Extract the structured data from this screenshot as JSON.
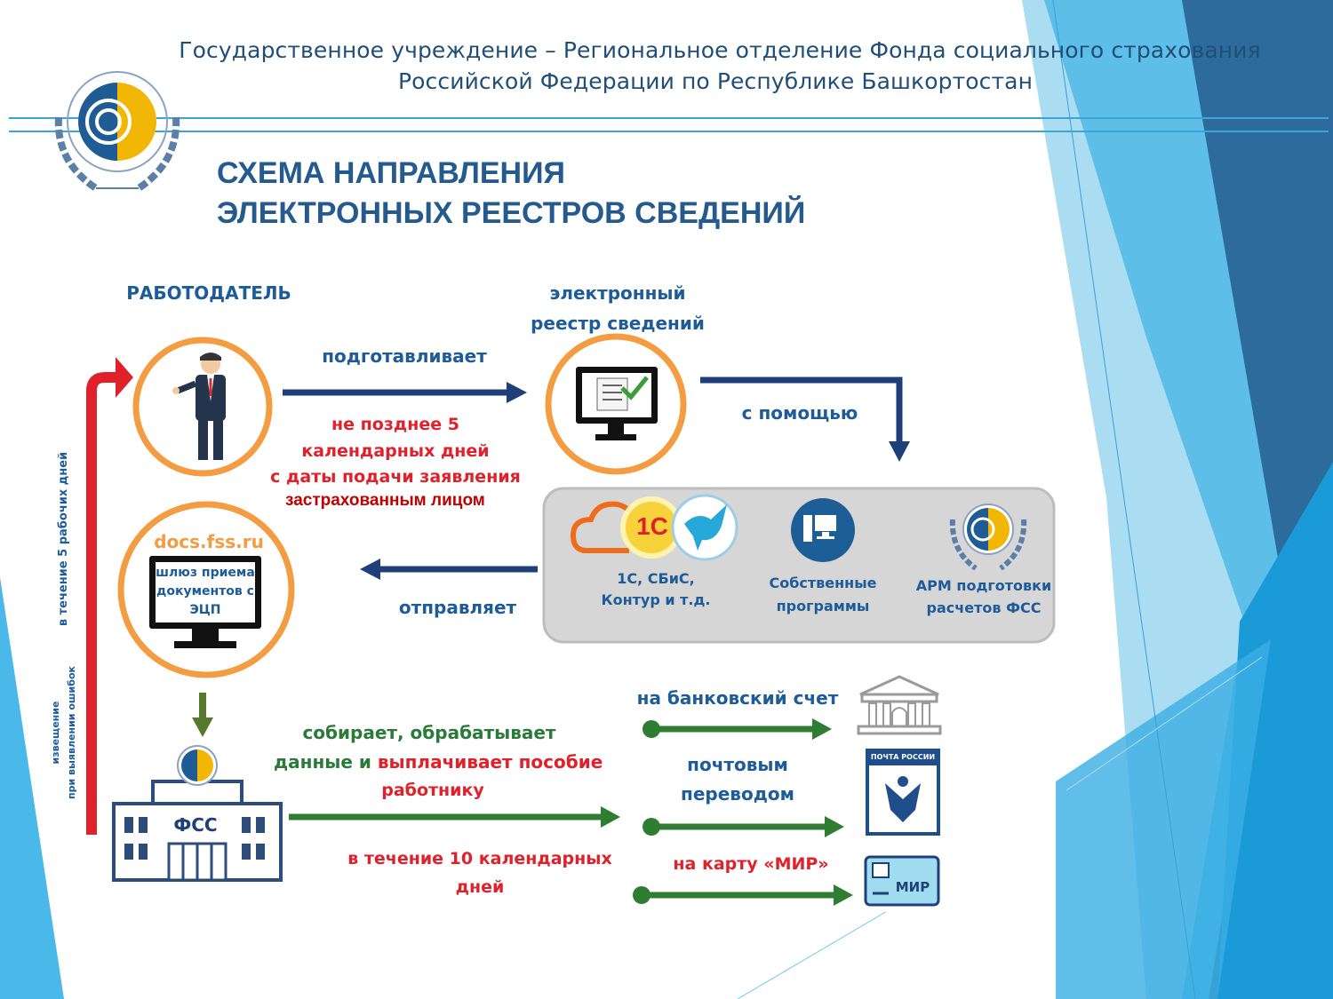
{
  "header": {
    "line1": "Государственное учреждение – Региональное отделение Фонда социального страхования",
    "line2": "Российской Федерации по Республике Башкортостан"
  },
  "title": {
    "line1": "СХЕМА НАПРАВЛЕНИЯ",
    "line2": "ЭЛЕКТРОННЫХ РЕЕСТРОВ СВЕДЕНИЙ"
  },
  "employer": {
    "label": "РАБОТОДАТЕЛЬ"
  },
  "registry": {
    "line1": "электронный",
    "line2": "реестр сведений"
  },
  "prepares": "подготавливает",
  "deadline": {
    "line1": "не позднее 5",
    "line2": "календарных дней",
    "line3": "с даты подачи заявления",
    "line4": "застрахованным лицом"
  },
  "with_help": "с помощью",
  "software": {
    "logo_1c": "1С",
    "item1_line1": "1С, СБиС,",
    "item1_line2": "Контур и т.д.",
    "item2_line1": "Собственные",
    "item2_line2": "программы",
    "item3_line1": "АРМ подготовки",
    "item3_line2": "расчетов ФСС"
  },
  "sends": "отправляет",
  "gateway": {
    "url": "docs.fss.ru",
    "line1": "шлюз приема",
    "line2": "документов с",
    "line3": "ЭЦП"
  },
  "side_text": {
    "within_5": "в течение 5 рабочих дней",
    "notice": "извещение",
    "on_errors": "при выявлении ошибок"
  },
  "fss": {
    "label": "ФСС",
    "collects_line1": "собирает, обрабатывает",
    "collects_line2a": "данные и ",
    "collects_line2b": "выплачивает пособие",
    "collects_line3": "работнику",
    "within_10_line1": "в течение 10 календарных",
    "within_10_line2": "дней"
  },
  "payouts": {
    "bank": "на банковский счет",
    "post_line1": "почтовым",
    "post_line2": "переводом",
    "post_sign": "ПОЧТА РОССИИ",
    "mir": "на карту «МИР»",
    "mir_card": "МИР"
  },
  "colors": {
    "orange": "#f39c41",
    "navy": "#1f3f7a",
    "green": "#2e7d32",
    "red": "#e0212b",
    "blue_text": "#1e5b99"
  }
}
